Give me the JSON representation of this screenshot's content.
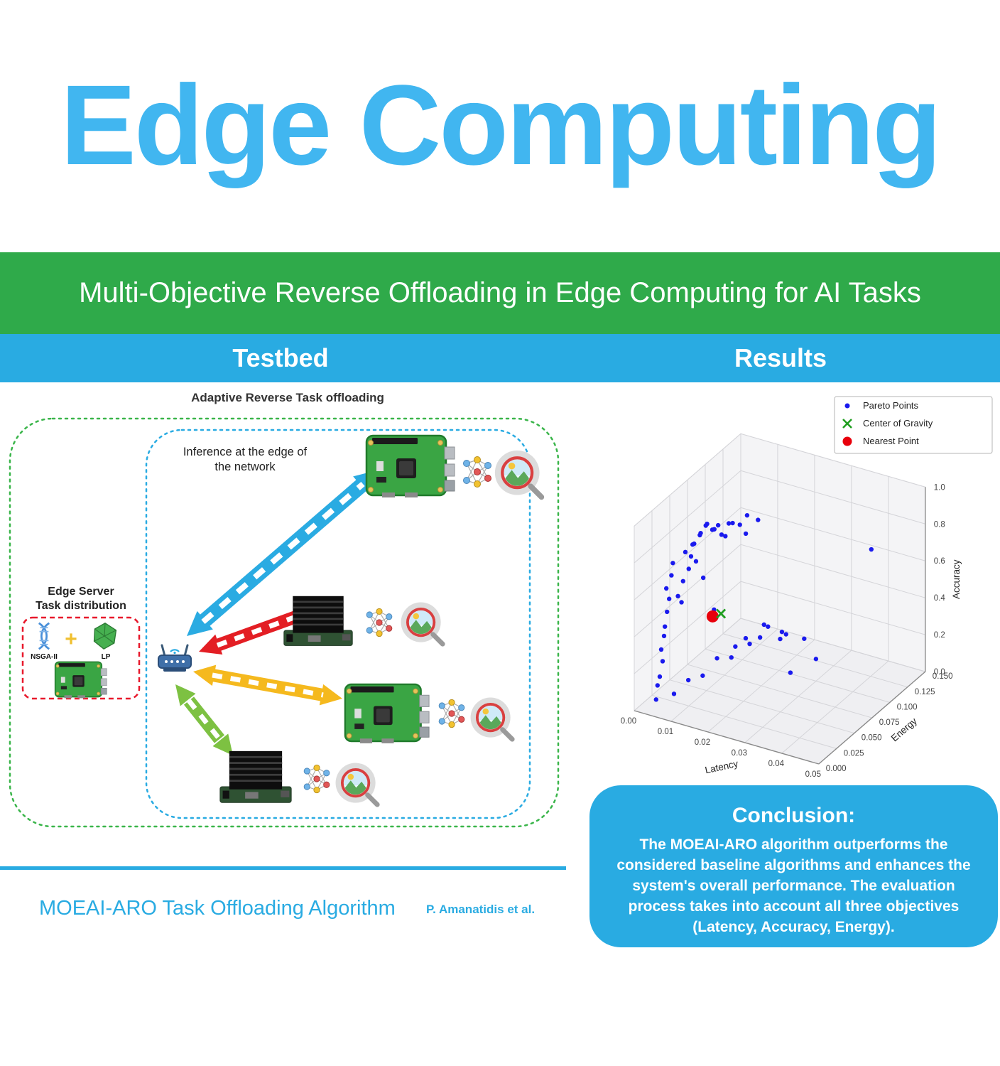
{
  "page": {
    "title": "Edge Computing",
    "banner": "Multi-Objective Reverse Offloading in Edge Computing for AI Tasks",
    "columns": {
      "left": "Testbed",
      "right": "Results"
    }
  },
  "testbed": {
    "caption": "Adaptive Reverse Task offloading",
    "inference_line1": "Inference at the edge of",
    "inference_line2": "the network",
    "edge_server_line1": "Edge Server",
    "edge_server_line2": "Task distribution",
    "nsga_label": "NSGA-II",
    "plus": "+",
    "lp_label": "LP"
  },
  "footer": {
    "algorithm": "MOEAI-ARO Task Offloading Algorithm",
    "authors": "P. Amanatidis et al."
  },
  "conclusion": {
    "title": "Conclusion:",
    "body": "The MOEAI-ARO algorithm outperforms the considered baseline algorithms and enhances the system's overall performance. The evaluation process takes into account all three objectives (Latency, Accuracy, Energy)."
  },
  "colors": {
    "title_blue": "#41b6f0",
    "banner_green": "#2faa4a",
    "accent_blue": "#29abe2",
    "arrow_red": "#e31e24",
    "arrow_yellow": "#f5b91e",
    "arrow_green": "#7dc142",
    "pareto_blue": "#1a1aee",
    "gravity_green": "#1f9e1f",
    "nearest_red": "#e8000b"
  },
  "chart_data": {
    "type": "scatter",
    "projection": "3d",
    "xlabel": "Latency",
    "ylabel": "Energy",
    "zlabel": "Accuracy",
    "xlim": [
      0.0,
      0.05
    ],
    "ylim": [
      0.0,
      0.15
    ],
    "zlim": [
      0.0,
      1.0
    ],
    "xticks": [
      "0.00",
      "0.01",
      "0.02",
      "0.03",
      "0.04",
      "0.05"
    ],
    "yticks": [
      "0.000",
      "0.025",
      "0.050",
      "0.075",
      "0.100",
      "0.125",
      "0.150"
    ],
    "zticks": [
      "0.0",
      "0.2",
      "0.4",
      "0.6",
      "0.8",
      "1.0"
    ],
    "grid": true,
    "legend_position": "upper right",
    "legend": [
      {
        "label": "Pareto Points",
        "color": "#1a1aee",
        "marker": "dot"
      },
      {
        "label": "Center of Gravity",
        "color": "#1f9e1f",
        "marker": "x"
      },
      {
        "label": "Nearest Point",
        "color": "#e8000b",
        "marker": "circle"
      }
    ],
    "series": [
      {
        "name": "Pareto Points",
        "points": [
          [
            0.004,
            0.01,
            0.05
          ],
          [
            0.004,
            0.012,
            0.12
          ],
          [
            0.005,
            0.01,
            0.18
          ],
          [
            0.005,
            0.014,
            0.25
          ],
          [
            0.005,
            0.012,
            0.32
          ],
          [
            0.005,
            0.016,
            0.38
          ],
          [
            0.006,
            0.012,
            0.45
          ],
          [
            0.006,
            0.015,
            0.52
          ],
          [
            0.006,
            0.018,
            0.58
          ],
          [
            0.006,
            0.014,
            0.65
          ],
          [
            0.007,
            0.016,
            0.72
          ],
          [
            0.007,
            0.018,
            0.78
          ],
          [
            0.008,
            0.02,
            0.6
          ],
          [
            0.008,
            0.025,
            0.55
          ],
          [
            0.009,
            0.022,
            0.68
          ],
          [
            0.009,
            0.03,
            0.72
          ],
          [
            0.01,
            0.035,
            0.75
          ],
          [
            0.01,
            0.028,
            0.8
          ],
          [
            0.011,
            0.04,
            0.65
          ],
          [
            0.012,
            0.05,
            0.45
          ],
          [
            0.01,
            0.02,
            0.85
          ],
          [
            0.011,
            0.025,
            0.88
          ],
          [
            0.012,
            0.022,
            0.9
          ],
          [
            0.012,
            0.03,
            0.92
          ],
          [
            0.013,
            0.026,
            0.95
          ],
          [
            0.013,
            0.035,
            0.97
          ],
          [
            0.014,
            0.028,
            0.99
          ],
          [
            0.014,
            0.04,
            0.93
          ],
          [
            0.015,
            0.032,
            0.96
          ],
          [
            0.015,
            0.045,
            0.89
          ],
          [
            0.016,
            0.035,
            0.98
          ],
          [
            0.016,
            0.05,
            0.94
          ],
          [
            0.017,
            0.04,
            0.91
          ],
          [
            0.018,
            0.045,
            0.97
          ],
          [
            0.019,
            0.05,
            0.95
          ],
          [
            0.02,
            0.055,
            0.99
          ],
          [
            0.021,
            0.048,
            0.92
          ],
          [
            0.022,
            0.06,
            0.96
          ],
          [
            0.005,
            0.03,
            0.02
          ],
          [
            0.006,
            0.045,
            0.05
          ],
          [
            0.007,
            0.06,
            0.03
          ],
          [
            0.008,
            0.075,
            0.08
          ],
          [
            0.009,
            0.09,
            0.04
          ],
          [
            0.01,
            0.105,
            0.1
          ],
          [
            0.011,
            0.12,
            0.06
          ],
          [
            0.012,
            0.08,
            0.15
          ],
          [
            0.013,
            0.095,
            0.12
          ],
          [
            0.014,
            0.11,
            0.18
          ],
          [
            0.015,
            0.13,
            0.08
          ],
          [
            0.017,
            0.1,
            0.22
          ],
          [
            0.019,
            0.115,
            0.14
          ],
          [
            0.022,
            0.125,
            0.1
          ],
          [
            0.025,
            0.09,
            0.05
          ],
          [
            0.045,
            0.1,
            0.8
          ],
          [
            0.03,
            0.1,
            0.12
          ],
          [
            0.028,
            0.06,
            0.35
          ]
        ]
      },
      {
        "name": "Center of Gravity",
        "points": [
          [
            0.0135,
            0.052,
            0.43
          ]
        ]
      },
      {
        "name": "Nearest Point",
        "points": [
          [
            0.012,
            0.048,
            0.42
          ]
        ]
      }
    ]
  }
}
